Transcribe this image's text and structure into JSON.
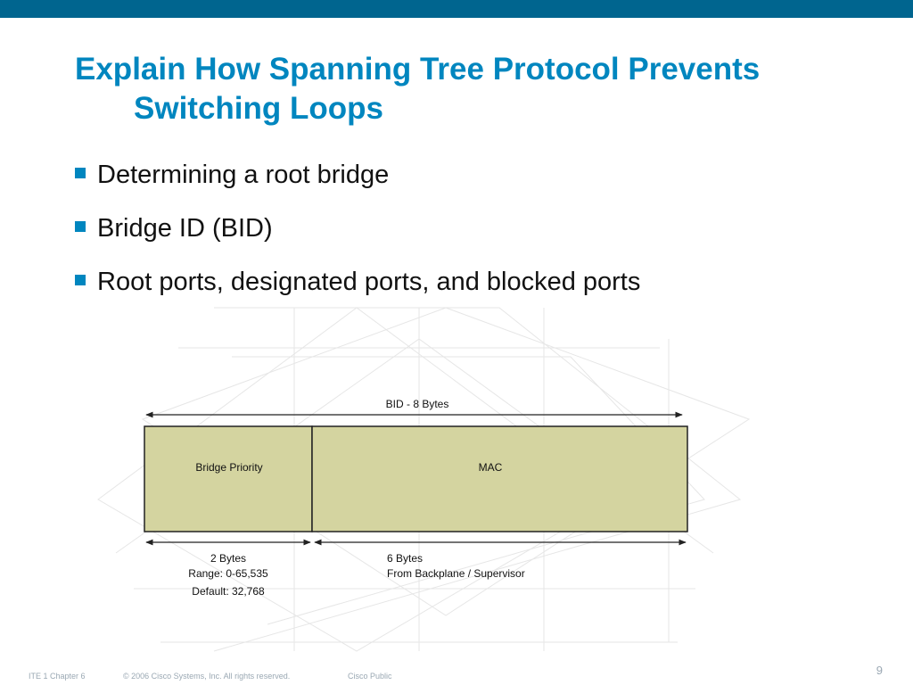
{
  "slide": {
    "title_line1": "Explain How Spanning Tree Protocol Prevents",
    "title_line2": "Switching Loops",
    "bullets": [
      "Determining a root bridge",
      "Bridge ID (BID)",
      "Root ports, designated ports, and blocked ports"
    ]
  },
  "diagram": {
    "bid_label": "BID - 8 Bytes",
    "fields": [
      {
        "name": "Bridge Priority",
        "size": "2 Bytes",
        "detail": [
          "Range: 0-65,535",
          "Default: 32,768"
        ]
      },
      {
        "name": "MAC",
        "size": "6 Bytes",
        "detail": [
          "From Backplane / Supervisor"
        ]
      }
    ]
  },
  "footer": {
    "course": "ITE 1 Chapter 6",
    "copyright": "© 2006 Cisco Systems, Inc. All rights reserved.",
    "classification": "Cisco Public",
    "page_number": "9"
  },
  "colors": {
    "header_bar": "#00658f",
    "title": "#0086bf",
    "bullet_marker": "#0086bf",
    "field_fill": "#d4d4a0",
    "field_stroke": "#222222"
  }
}
